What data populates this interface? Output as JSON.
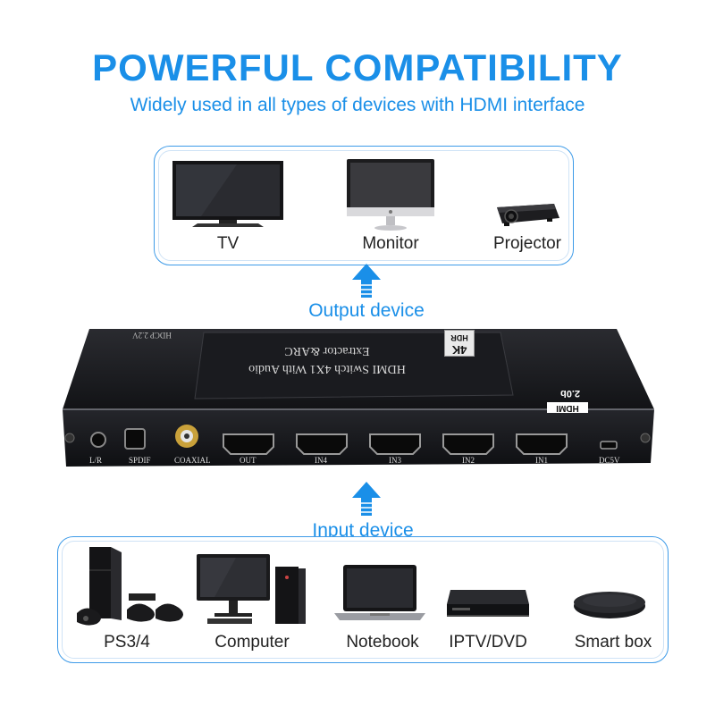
{
  "header": {
    "title": "POWERFUL COMPATIBILITY",
    "subtitle": "Widely used in all types of devices with HDMI interface"
  },
  "output": {
    "section_label": "Output device",
    "devices": [
      {
        "label": "TV",
        "icon": "tv-icon"
      },
      {
        "label": "Monitor",
        "icon": "monitor-icon"
      },
      {
        "label": "Projector",
        "icon": "projector-icon"
      }
    ]
  },
  "input": {
    "section_label": "Input device",
    "devices": [
      {
        "label": "PS3/4",
        "icon": "game-console-icon"
      },
      {
        "label": "Computer",
        "icon": "computer-icon"
      },
      {
        "label": "Notebook",
        "icon": "notebook-icon"
      },
      {
        "label": "IPTV/DVD",
        "icon": "dvd-player-icon"
      },
      {
        "label": "Smart box",
        "icon": "smart-box-icon"
      }
    ]
  },
  "product": {
    "line1": "HDMI Switch 4X1 With Audio",
    "line2": "Extractor &ARC",
    "hdcp": "HDCP 2.2V",
    "hdmi_version": "2.0b",
    "badge_4k": "4K",
    "badge_hdr": "HDR",
    "ports": [
      "L/R",
      "SPDIF",
      "COAXIAL",
      "OUT",
      "IN4",
      "IN3",
      "IN2",
      "IN1",
      "DC5V"
    ]
  },
  "colors": {
    "accent": "#1a8fe8",
    "device_body": "#1c1d21"
  }
}
